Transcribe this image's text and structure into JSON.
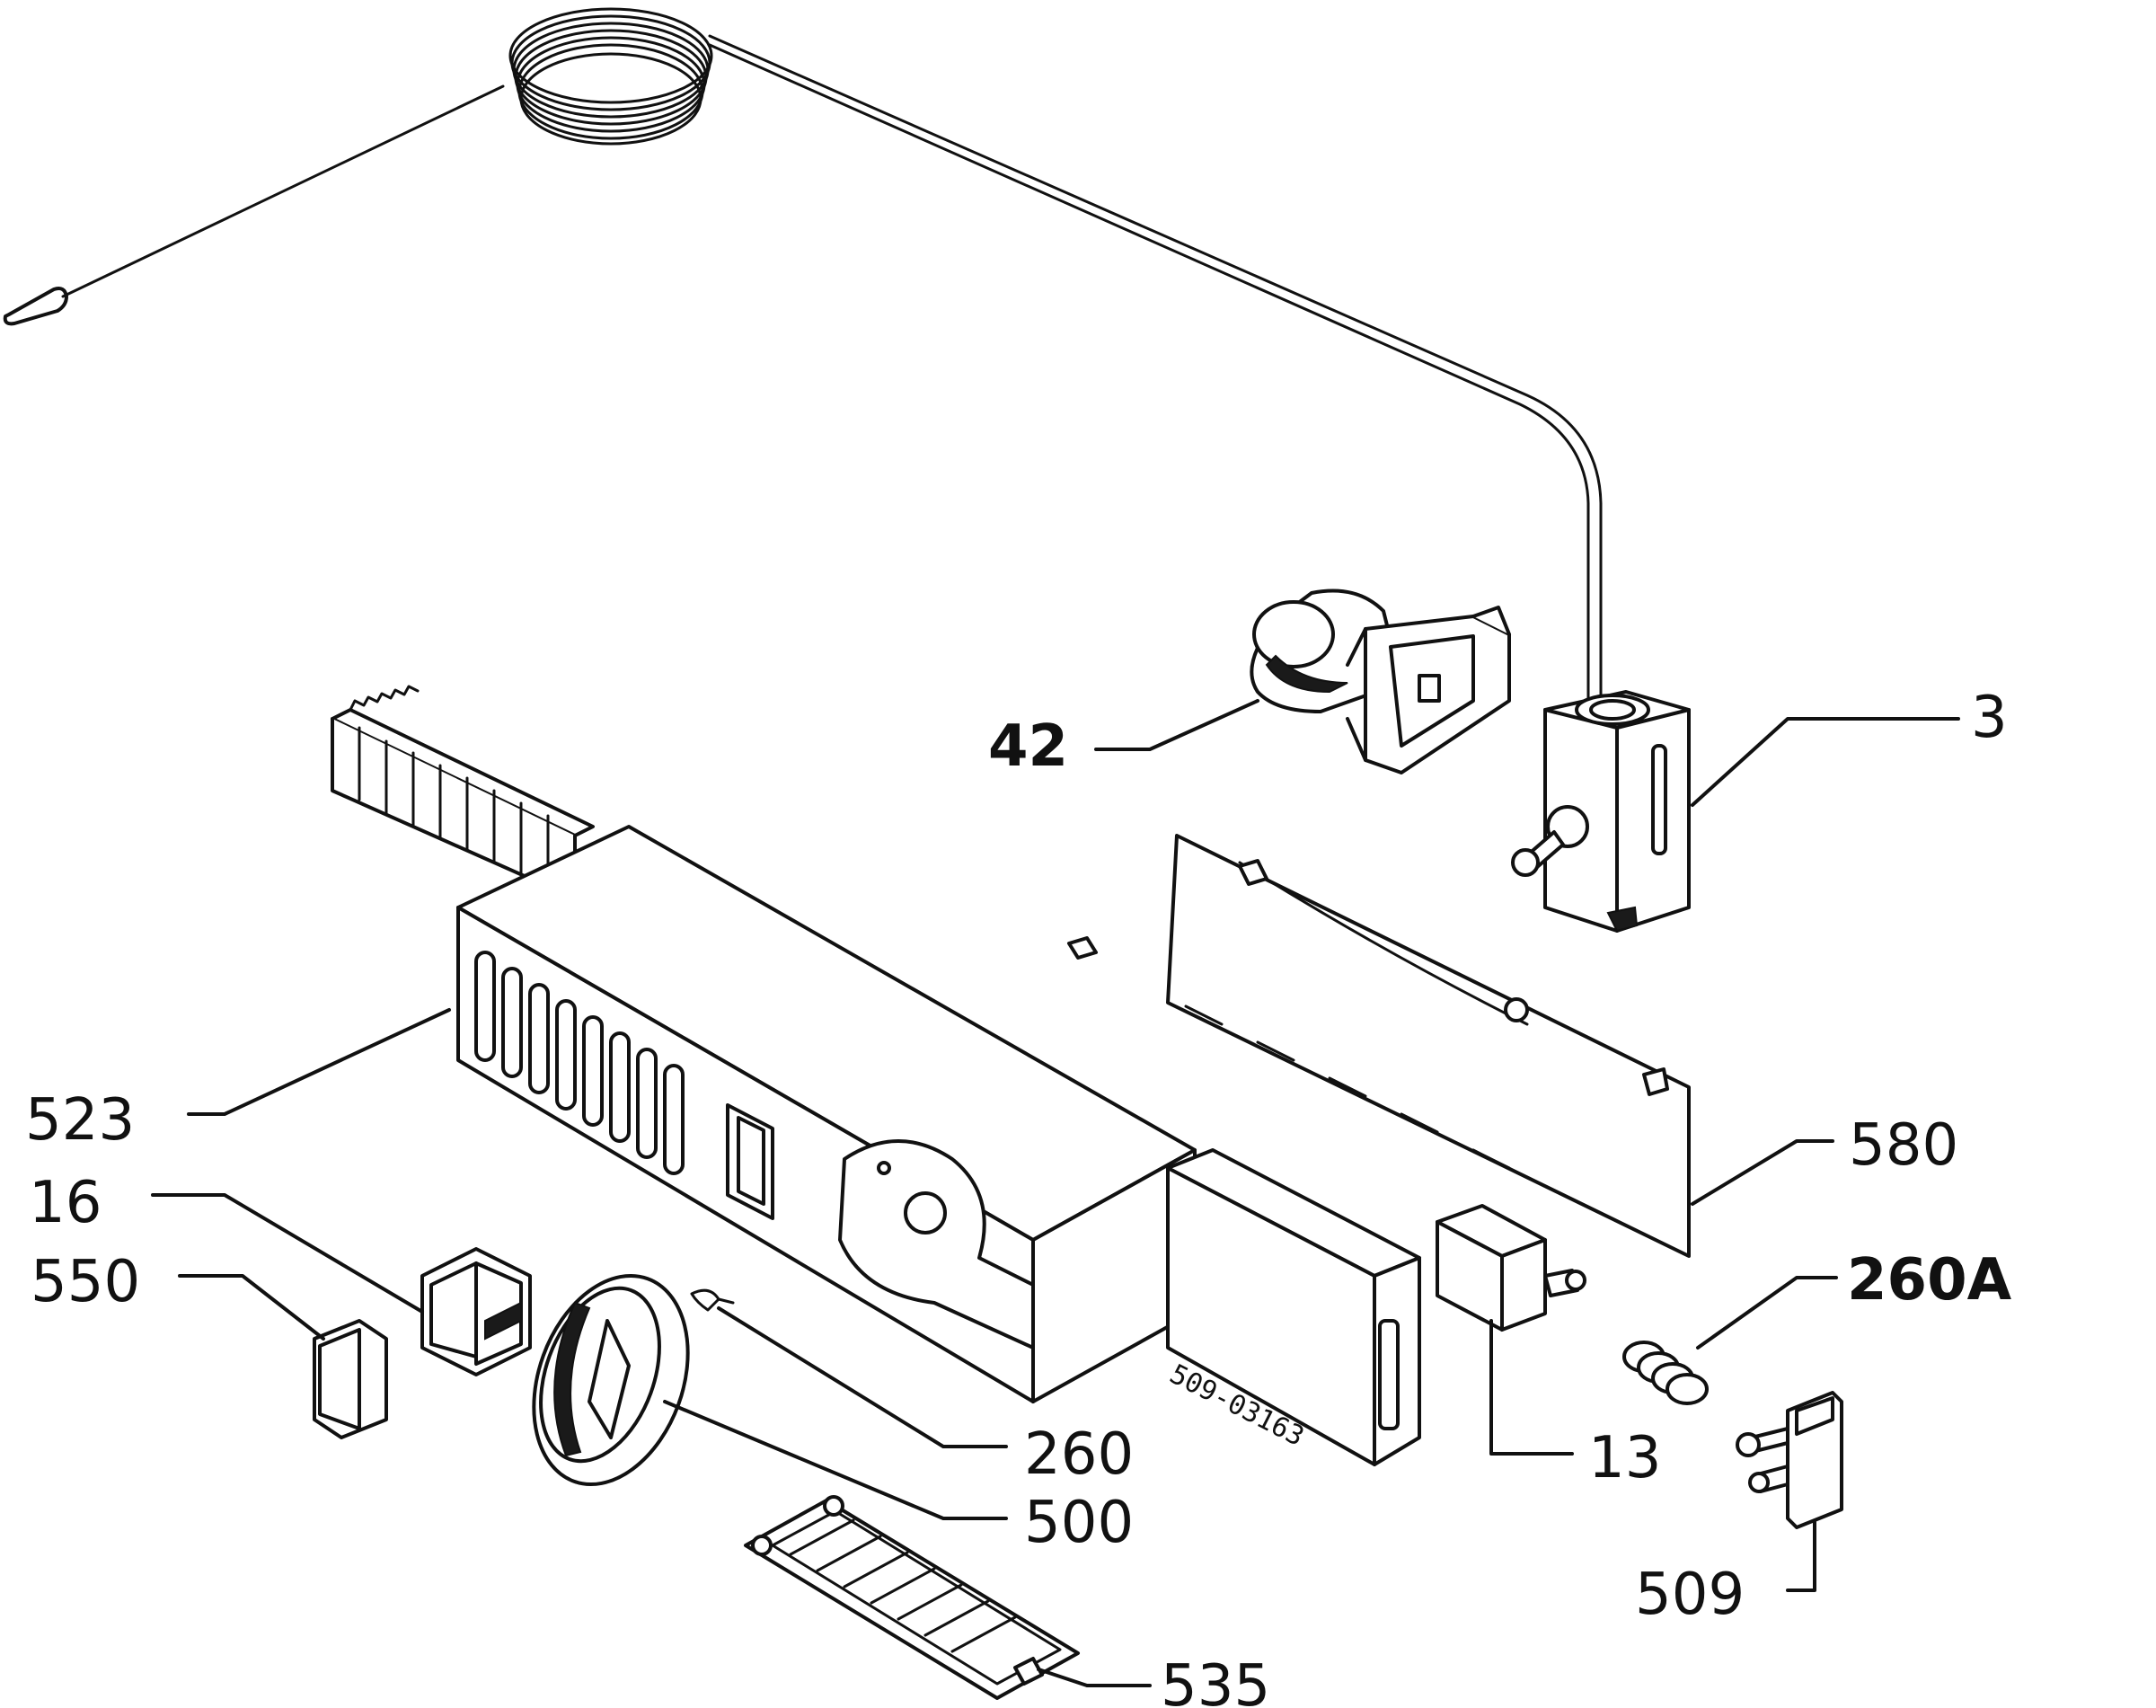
{
  "callouts": {
    "c3": "3",
    "c13": "13",
    "c16": "16",
    "c42": "42",
    "c260": "260",
    "c260a": "260A",
    "c500": "500",
    "c509": "509",
    "c523": "523",
    "c535": "535",
    "c550": "550",
    "c580": "580"
  },
  "label_stamp": "509-03163"
}
